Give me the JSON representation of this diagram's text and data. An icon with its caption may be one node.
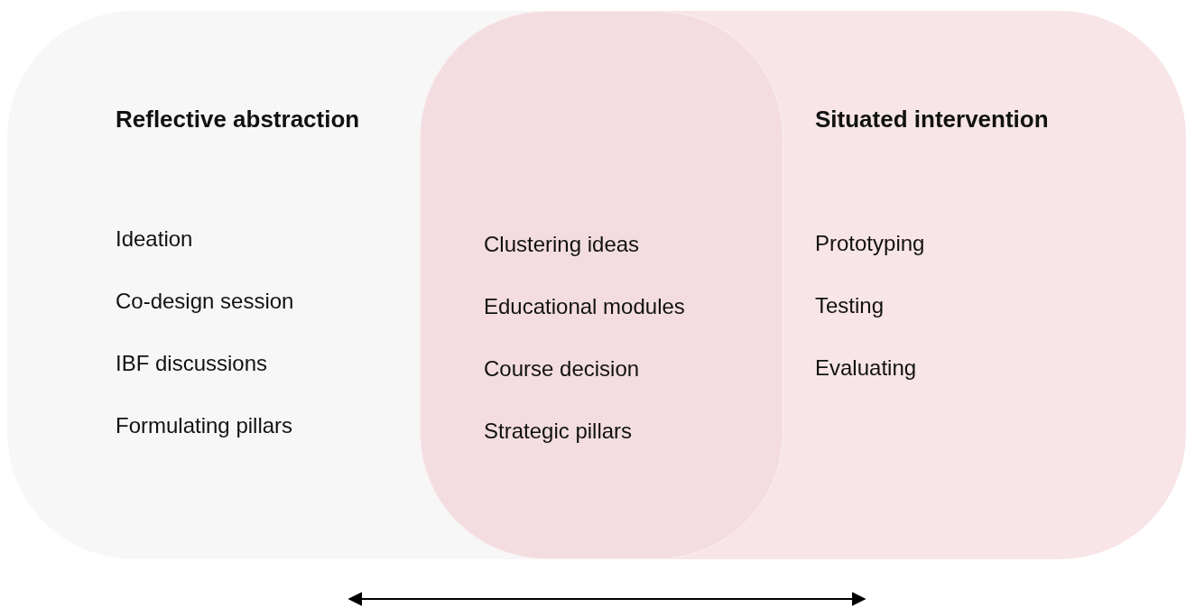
{
  "diagram": {
    "nodes": [
      {
        "text": [
          "Reflective abstraction",
          "Ideation",
          "Co-design session",
          "IBF discussions",
          "Formulating pillars"
        ]
      },
      {
        "text": [
          "Situated intervention",
          "Prototyping",
          "Testing",
          "Evaluating"
        ]
      },
      {
        "text": [
          "Clustering ideas",
          "Educational modules",
          "Course decision",
          "Strategic pillars"
        ]
      }
    ],
    "edges": []
  }
}
